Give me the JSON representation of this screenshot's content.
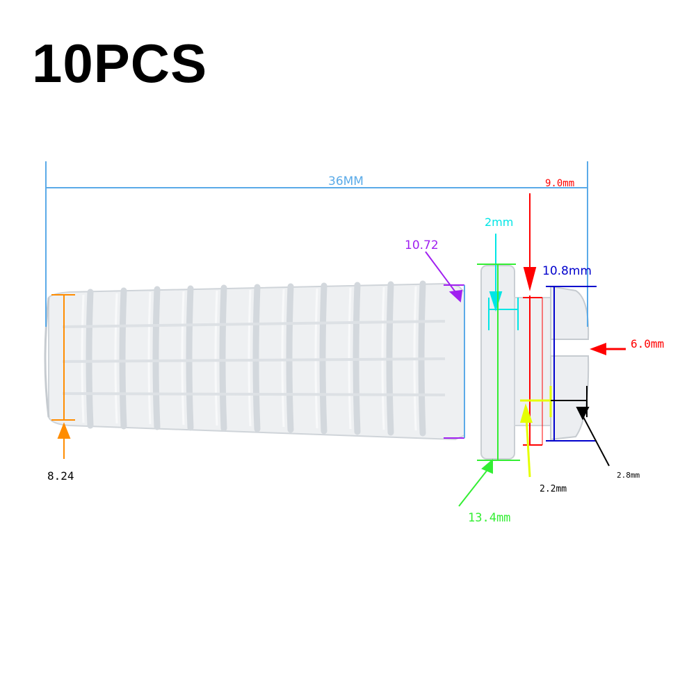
{
  "title": "10PCS",
  "dimensions": {
    "overall_length": "36MM",
    "head_to_flange": "9.0mm",
    "flange_thickness": "2mm",
    "body_diameter": "10.72",
    "head_diameter": "10.8mm",
    "slot_width": "6.0mm",
    "tail_diameter": "8.24",
    "flange_diameter": "13.4mm",
    "neck_length": "2.2mm",
    "head_length": "2.8mm"
  },
  "colors": {
    "overall_length": "#5aaae8",
    "head_to_flange": "#ff0000",
    "flange_thickness": "#00e5e5",
    "body_diameter": "#a020f0",
    "head_diameter": "#0000cc",
    "slot_width": "#ff0000",
    "tail_diameter": "#ff8c00",
    "flange_diameter": "#33ee33",
    "neck_length": "#e5ff00",
    "head_length": "#000000",
    "part_fill": "#eef0f2",
    "part_rib": "#d7dbdf",
    "part_edge": "#c6cbd0"
  }
}
